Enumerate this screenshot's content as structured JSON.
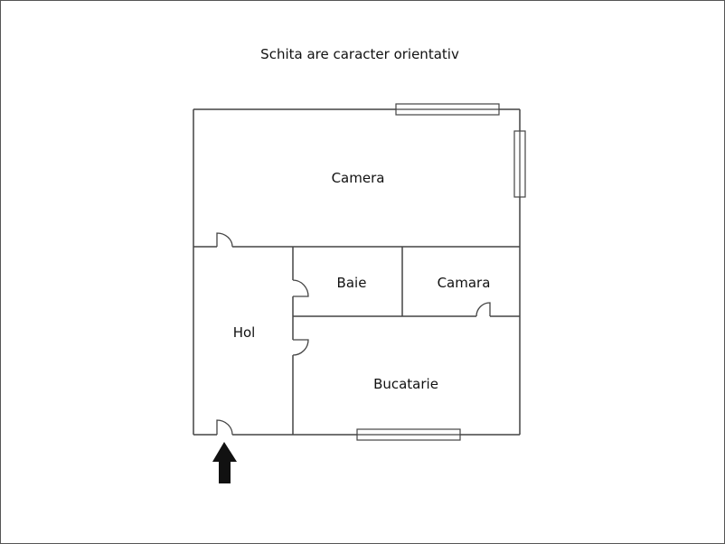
{
  "title": "Schita are caracter orientativ",
  "rooms": {
    "camera": "Camera",
    "baie": "Baie",
    "camara": "Camara",
    "hol": "Hol",
    "bucatarie": "Bucatarie"
  },
  "colors": {
    "wall": "#444444",
    "text": "#111111",
    "arrow": "#111111",
    "border": "#555555"
  }
}
